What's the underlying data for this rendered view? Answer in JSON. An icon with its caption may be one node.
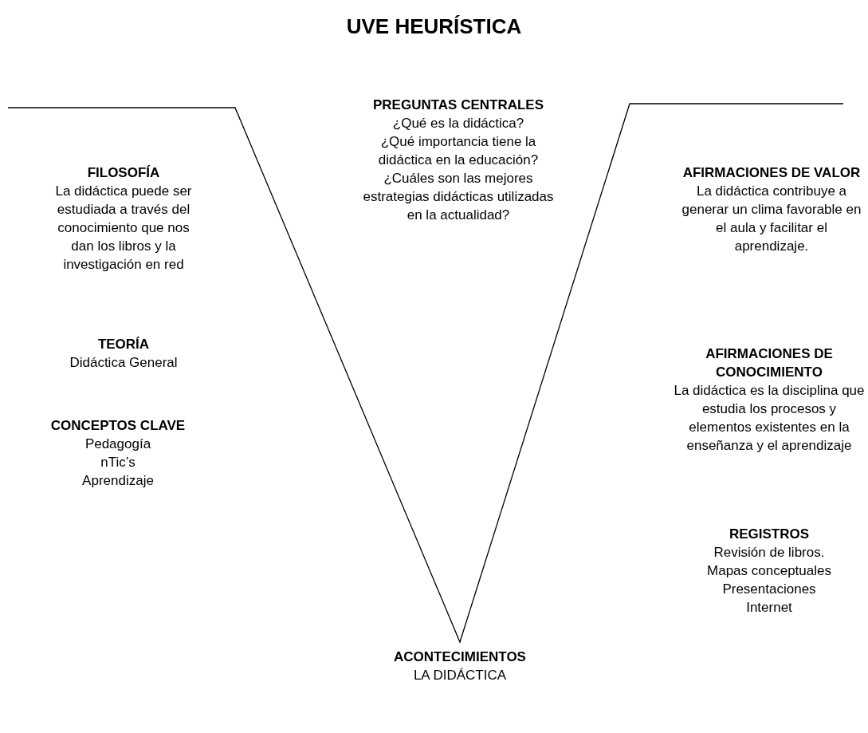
{
  "diagram": {
    "title": "UVE HEURÍSTICA",
    "labels": [
      "PREGUNTAS CENTRALES",
      "¿Qué es la didáctica?",
      "¿Qué importancia tiene la didáctica en la educación?",
      "¿Cuáles son las mejores estrategias didácticas utilizadas en la actualidad?",
      "FILOSOFÍA",
      "La didáctica puede ser estudiada a través del conocimiento que nos dan los libros y la investigación en red",
      "AFIRMACIONES DE VALOR",
      "La didáctica contribuye a generar un clima favorable en el aula y facilitar el aprendizaje.",
      "TEORÍA",
      "Didáctica General",
      "AFIRMACIONES DE CONOCIMIENTO",
      "La didáctica es la disciplina que estudia los procesos y elementos existentes en la enseñanza y el aprendizaje",
      "CONCEPTOS CLAVE",
      "Pedagogía",
      "nTic’s",
      "Aprendizaje",
      "REGISTROS",
      "Revisión de libros.",
      "Mapas conceptuales",
      "Presentaciones",
      "Internet",
      "ACONTECIMIENTOS",
      "LA DIDÁCTICA"
    ]
  }
}
